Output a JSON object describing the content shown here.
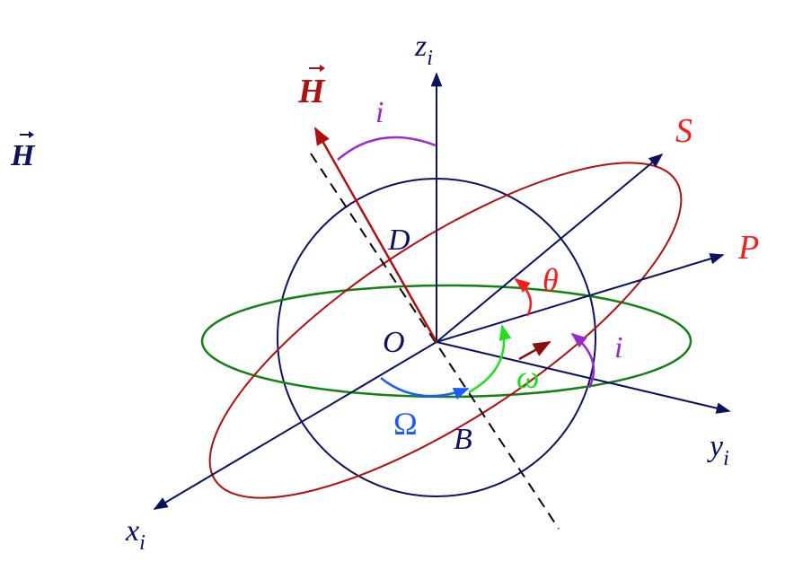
{
  "labels": {
    "z_axis": "z",
    "z_sub": "i",
    "x_axis": "x",
    "x_sub": "i",
    "y_axis": "y",
    "y_sub": "i",
    "H_vector_red": "H",
    "H_vector_blue": "H",
    "inclination_top": "i",
    "inclination_right": "i",
    "S": "S",
    "P": "P",
    "D": "D",
    "O": "O",
    "B": "B",
    "theta": "θ",
    "omega": "ω",
    "Omega": "Ω"
  },
  "colors": {
    "navy": "#0b1260",
    "red": "#b40f0f",
    "dark_red": "#8e0e0e",
    "bright_red": "#ff1a1a",
    "green": "#128212",
    "light_green": "#20e020",
    "purple": "#9a2ad0",
    "blue": "#1a5cff",
    "black": "#000000"
  }
}
